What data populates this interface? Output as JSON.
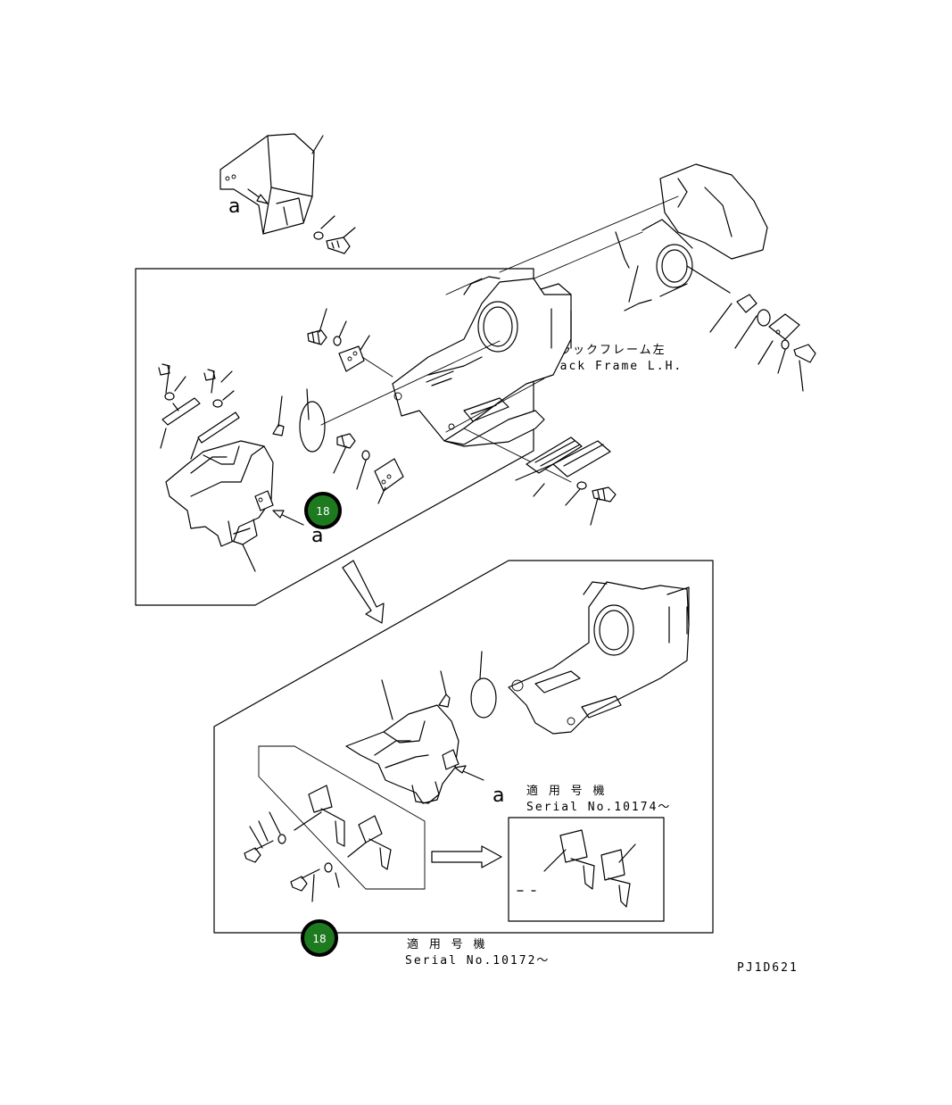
{
  "labels": {
    "track_frame_jp": "トラックフレーム左",
    "track_frame_en": "Track Frame L.H.",
    "serial_10174_jp": "適 用 号 機",
    "serial_10174_en": "Serial No.10174～",
    "serial_10172_jp": "適 用 号 機",
    "serial_10172_en": "Serial No.10172～",
    "view_a_top": "a",
    "view_a_mid": "a",
    "view_a_lower": "a",
    "drawing_code": "PJ1D621"
  },
  "callouts": [
    {
      "id": "18",
      "label": "18",
      "color": "#1e7a1e"
    },
    {
      "id": "18b",
      "label": "18",
      "color": "#1e7a1e"
    }
  ]
}
